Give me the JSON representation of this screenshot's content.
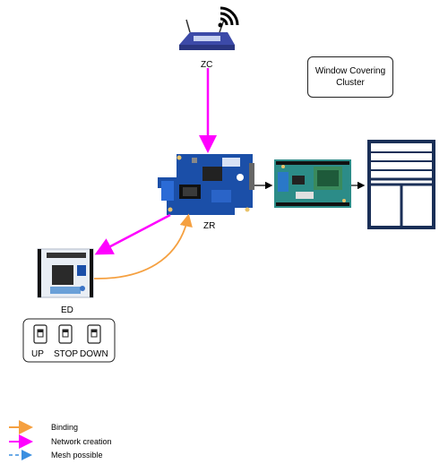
{
  "nodes": {
    "zc": {
      "label": "ZC"
    },
    "zr": {
      "label": "ZR"
    },
    "ed": {
      "label": "ED"
    }
  },
  "note": {
    "line1": "Window Covering",
    "line2": "Cluster"
  },
  "switches": [
    {
      "label": "UP"
    },
    {
      "label": "STOP"
    },
    {
      "label": "DOWN"
    }
  ],
  "legend": [
    {
      "label": "Binding",
      "color": "#f5a040",
      "style": "solid"
    },
    {
      "label": "Network creation",
      "color": "#ff00ff",
      "style": "solid"
    },
    {
      "label": "Mesh possible",
      "color": "#3b8fe0",
      "style": "dashed"
    }
  ],
  "colors": {
    "binding": "#f5a040",
    "network": "#ff00ff",
    "mesh": "#3b8fe0",
    "board_blue": "#1b4fa8",
    "window_frame": "#1a2f57"
  }
}
